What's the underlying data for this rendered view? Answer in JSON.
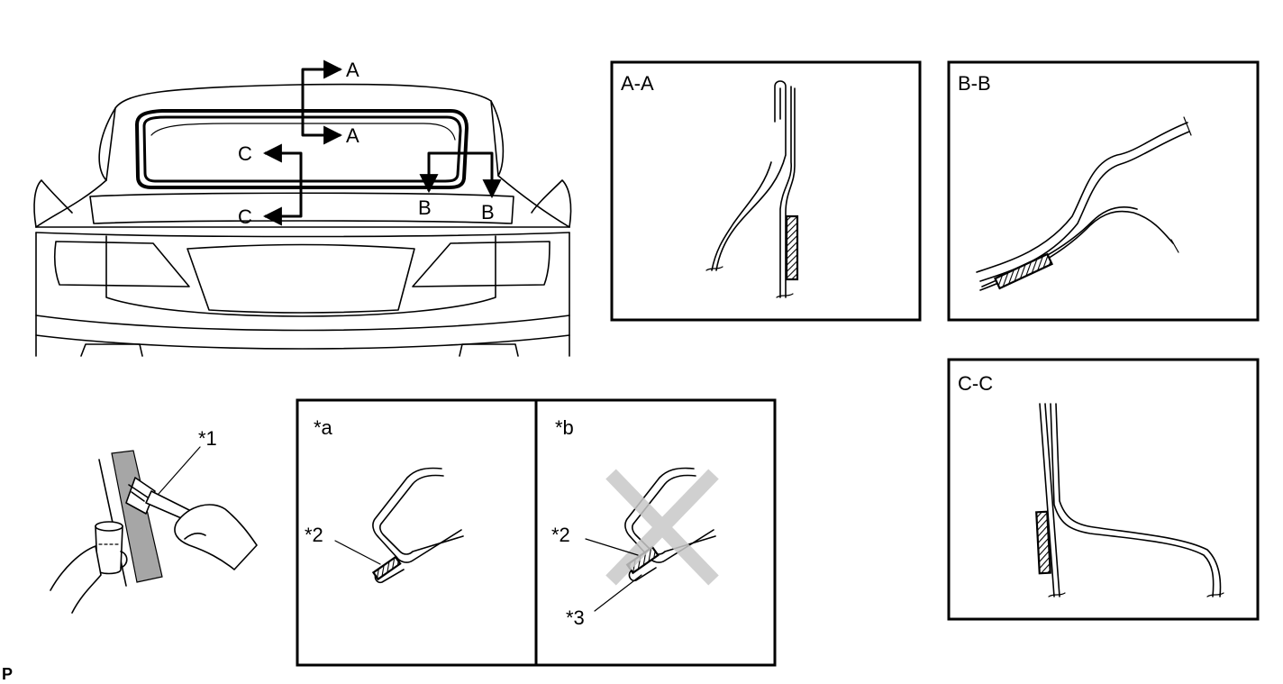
{
  "car_view": {
    "section_a_top": "A",
    "section_a_bottom": "A",
    "section_b_left": "B",
    "section_b_right": "B",
    "section_c_top": "C",
    "section_c_bottom": "C"
  },
  "brush_view": {
    "callout": "*1"
  },
  "section_aa": {
    "title": "A-A"
  },
  "section_bb": {
    "title": "B-B"
  },
  "section_cc": {
    "title": "C-C"
  },
  "panel_a": {
    "title": "*a",
    "callout": "*2"
  },
  "panel_b": {
    "title": "*b",
    "callout_top": "*2",
    "callout_bottom": "*3"
  },
  "corner_mark": "P",
  "colors": {
    "line": "#000000",
    "cross": "#c8c8c8",
    "paint_strip": "#a6a6a6"
  }
}
